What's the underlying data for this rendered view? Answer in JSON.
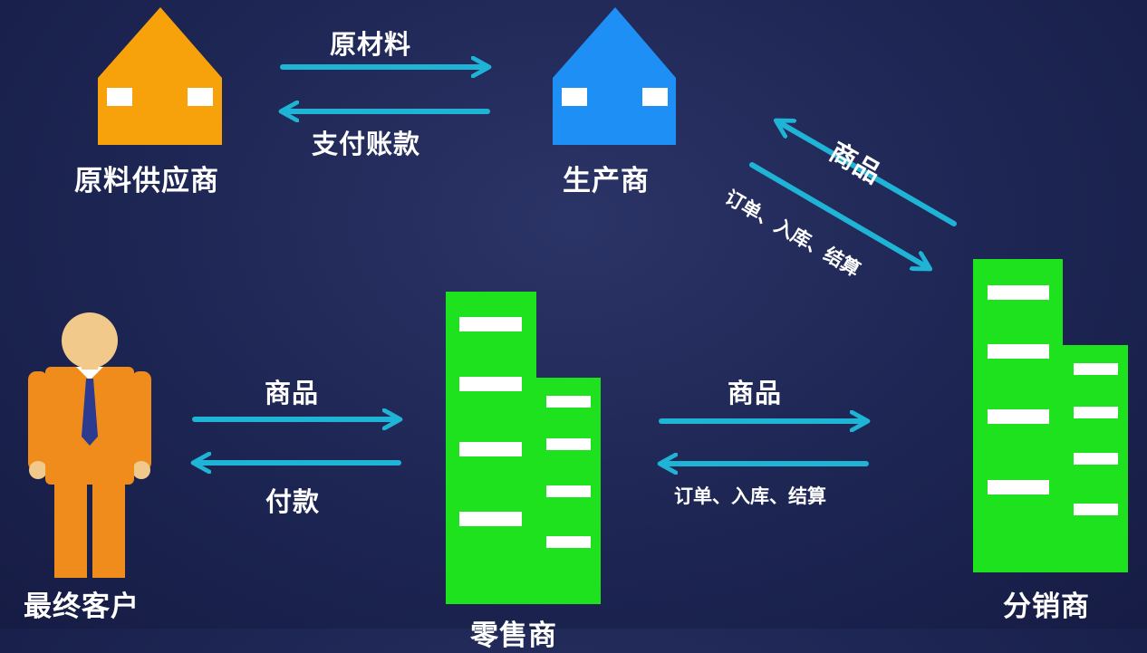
{
  "nodes": {
    "raw_supplier": "原料供应商",
    "manufacturer": "生产商",
    "distributor": "分销商",
    "retailer": "零售商",
    "end_customer": "最终客户"
  },
  "flows": {
    "supplier_to_manufacturer": "原材料",
    "manufacturer_to_supplier": "支付账款",
    "distributor_to_manufacturer": "商品",
    "manufacturer_to_distributor": "订单、入库、结算",
    "retailer_to_customer": "商品",
    "customer_to_retailer": "付款",
    "distributor_to_retailer": "商品",
    "retailer_to_distributor": "订单、入库、结算"
  },
  "colors": {
    "background": "#1d2553",
    "arrow": "#1fb3d6",
    "supplier_house": "#f7a10b",
    "manufacturer_house": "#1e8ff5",
    "building": "#1ee21e",
    "person_suit": "#ef8c1c",
    "person_head": "#f1c98a",
    "tie": "#2c3a8f"
  },
  "icons": {
    "raw_supplier": "house-icon",
    "manufacturer": "house-icon",
    "distributor": "building-icon",
    "retailer": "building-icon",
    "end_customer": "person-icon"
  }
}
